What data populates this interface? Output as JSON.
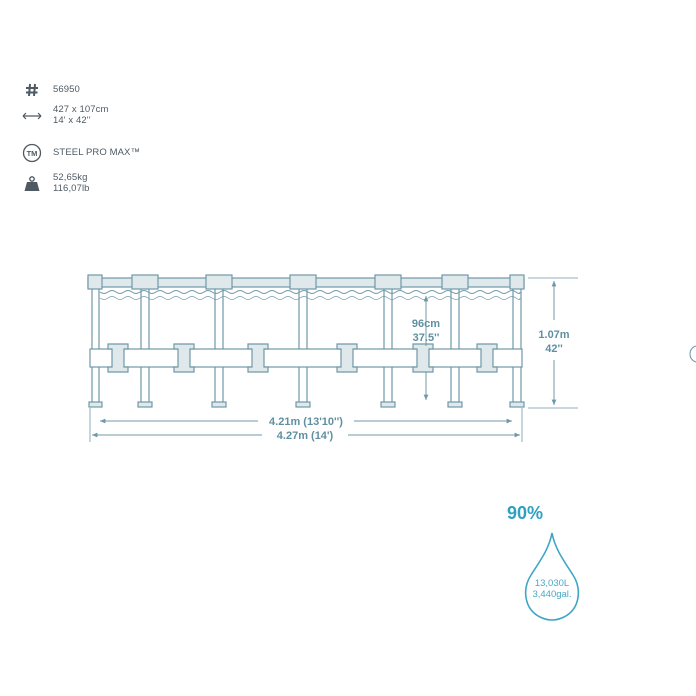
{
  "specs": {
    "model": {
      "icon": "hash-icon",
      "text": "56950"
    },
    "size": {
      "icon": "double-arrow-icon",
      "line1": "427 x 107cm",
      "line2": "14' x 42''"
    },
    "frame": {
      "icon": "trademark-icon",
      "text": "STEEL PRO MAX™"
    },
    "weight": {
      "icon": "weight-icon",
      "line1": "52,65kg",
      "line2": "116,07lb"
    }
  },
  "diagram": {
    "height_m": "1.07m",
    "height_in": "42''",
    "water_cm": "96cm",
    "water_in": "37.5''",
    "inner_width": "4.21m (13'10'')",
    "outer_width": "4.27m (14')"
  },
  "capacity": {
    "percent": "90%",
    "liters": "13,030L",
    "gallons": "3,440gal."
  },
  "colors": {
    "line": "#6f98a7",
    "frame_fill": "#dfe9ec",
    "accent": "#2ea1c0",
    "text": "#4f5a63"
  }
}
